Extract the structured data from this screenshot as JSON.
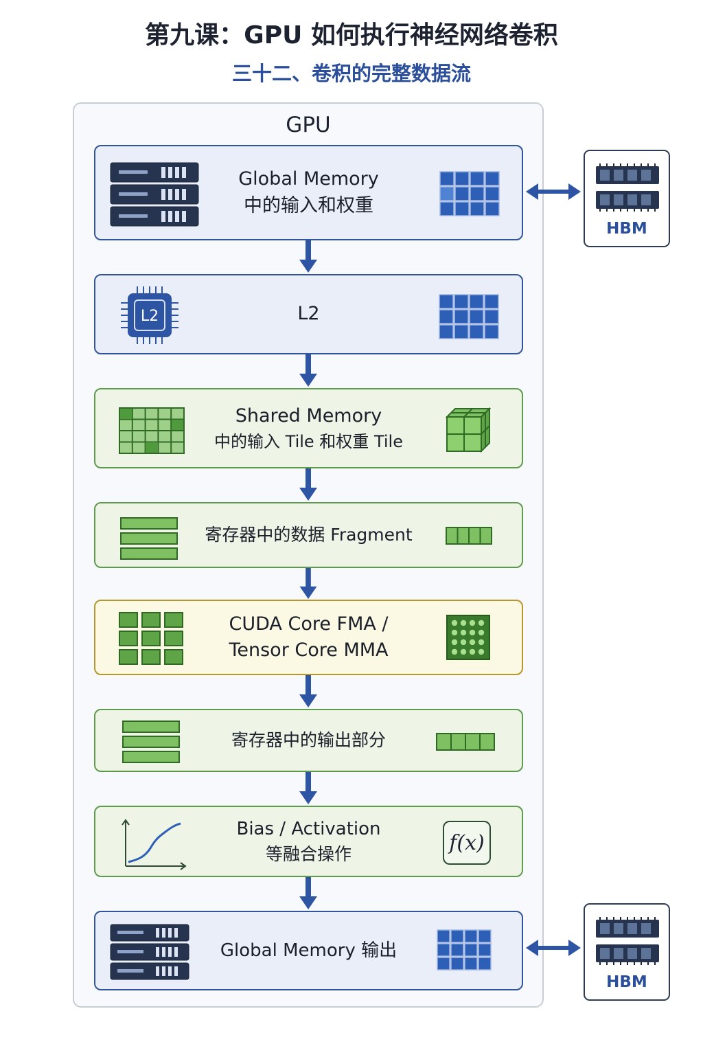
{
  "header": {
    "title": "第九课：GPU 如何执行神经网络卷积",
    "subtitle": "三十二、卷积的完整数据流"
  },
  "gpu": {
    "label": "GPU"
  },
  "stages": [
    {
      "id": "global-memory-input",
      "lines": [
        "Global Memory",
        "中的输入和权重"
      ],
      "left_icon": "server-rack-icon",
      "right_icon": "memory-grid-icon",
      "theme": "blue"
    },
    {
      "id": "l2-cache",
      "lines": [
        "L2"
      ],
      "left_icon": "l2-chip-icon",
      "chip_label": "L2",
      "right_icon": "memory-grid-icon",
      "theme": "blue"
    },
    {
      "id": "shared-memory",
      "lines": [
        "Shared Memory",
        "中的输入 Tile 和权重 Tile"
      ],
      "left_icon": "tile-grid-icon",
      "right_icon": "tile-cube-icon",
      "theme": "green"
    },
    {
      "id": "register-fragment",
      "lines": [
        "寄存器中的数据 Fragment"
      ],
      "left_icon": "register-stack-icon",
      "right_icon": "fragment-strip-icon",
      "theme": "green"
    },
    {
      "id": "compute-core",
      "lines": [
        "CUDA Core FMA /",
        "Tensor Core MMA"
      ],
      "left_icon": "core-grid-icon",
      "right_icon": "tensor-dot-array-icon",
      "theme": "yellow"
    },
    {
      "id": "register-output",
      "lines": [
        "寄存器中的输出部分"
      ],
      "left_icon": "register-stack-icon",
      "right_icon": "fragment-strip-icon",
      "theme": "green"
    },
    {
      "id": "bias-activation",
      "lines": [
        "Bias / Activation",
        "等融合操作"
      ],
      "left_icon": "activation-curve-icon",
      "right_icon": "function-icon",
      "function_symbol": "f(x)",
      "theme": "green"
    },
    {
      "id": "global-memory-output",
      "lines": [
        "Global Memory 输出"
      ],
      "left_icon": "server-rack-icon",
      "right_icon": "memory-grid-icon",
      "theme": "blue"
    }
  ],
  "flow_arrows": [
    "down-arrow-icon",
    "down-arrow-icon",
    "down-arrow-icon",
    "down-arrow-icon",
    "down-arrow-icon",
    "down-arrow-icon",
    "down-arrow-icon"
  ],
  "hbm_blocks": [
    {
      "label": "HBM",
      "connects_to": "global-memory-input",
      "icon": "hbm-chip-icon"
    },
    {
      "label": "HBM",
      "connects_to": "global-memory-output",
      "icon": "hbm-chip-icon"
    }
  ],
  "colors": {
    "accent_blue": "#2e54a4",
    "dark_navy": "#26344f",
    "accent_green": "#4f9a3d",
    "core_border": "#b8952f",
    "title": "#1d2230",
    "subtitle": "#2b4f9a"
  }
}
